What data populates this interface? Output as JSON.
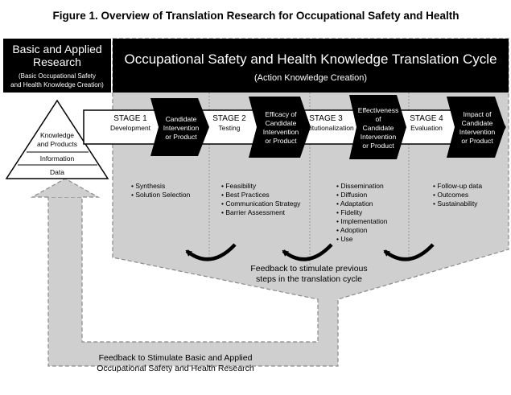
{
  "figure_title": "Figure 1. Overview of Translation Research for Occupational Safety and Health",
  "left_box": {
    "title_line1": "Basic and Applied",
    "title_line2": "Research",
    "sub_line1": "(Basic Occupational Safety",
    "sub_line2": "and Health Knowledge Creation)"
  },
  "cycle_header": {
    "title": "Occupational Safety and Health Knowledge Translation Cycle",
    "subtitle": "(Action Knowledge Creation)"
  },
  "pyramid": {
    "top_line1": "Knowledge",
    "top_line2": "and Products",
    "middle": "Information",
    "bottom": "Data"
  },
  "stages": [
    {
      "label": "STAGE 1",
      "sublabel": "Development",
      "box": [
        "Candidate",
        "Intervention",
        "or Product"
      ],
      "bullets": [
        "Synthesis",
        "Solution Selection"
      ]
    },
    {
      "label": "STAGE 2",
      "sublabel": "Testing",
      "box": [
        "Efficacy of",
        "Candidate",
        "Intervention",
        "or Product"
      ],
      "bullets": [
        "Feasibility",
        "Best Practices",
        "Communication Strategy",
        "Barrier Assessment"
      ]
    },
    {
      "label": "STAGE 3",
      "sublabel": "Institutionalization",
      "box": [
        "Effectiveness",
        "of",
        "Candidate",
        "Intervention",
        "or Product"
      ],
      "bullets": [
        "Dissemination",
        "Diffusion",
        "Adaptation",
        "Fidelity",
        "Implementation",
        "Adoption",
        "Use"
      ]
    },
    {
      "label": "STAGE 4",
      "sublabel": "Evaluation",
      "box": [
        "Impact of",
        "Candidate",
        "Intervention",
        "or Product"
      ],
      "bullets": [
        "Follow-up data",
        "Outcomes",
        "Sustainability"
      ]
    }
  ],
  "feedback_cycle": {
    "line1": "Feedback to stimulate previous",
    "line2": "steps in the translation cycle"
  },
  "feedback_basic": {
    "line1": "Feedback to Stimulate Basic and Applied",
    "line2": "Occupational Safety and Health Research"
  },
  "colors": {
    "black": "#000000",
    "gray": "#cfcfcf",
    "white": "#ffffff",
    "divider": "#9a9a9a"
  }
}
